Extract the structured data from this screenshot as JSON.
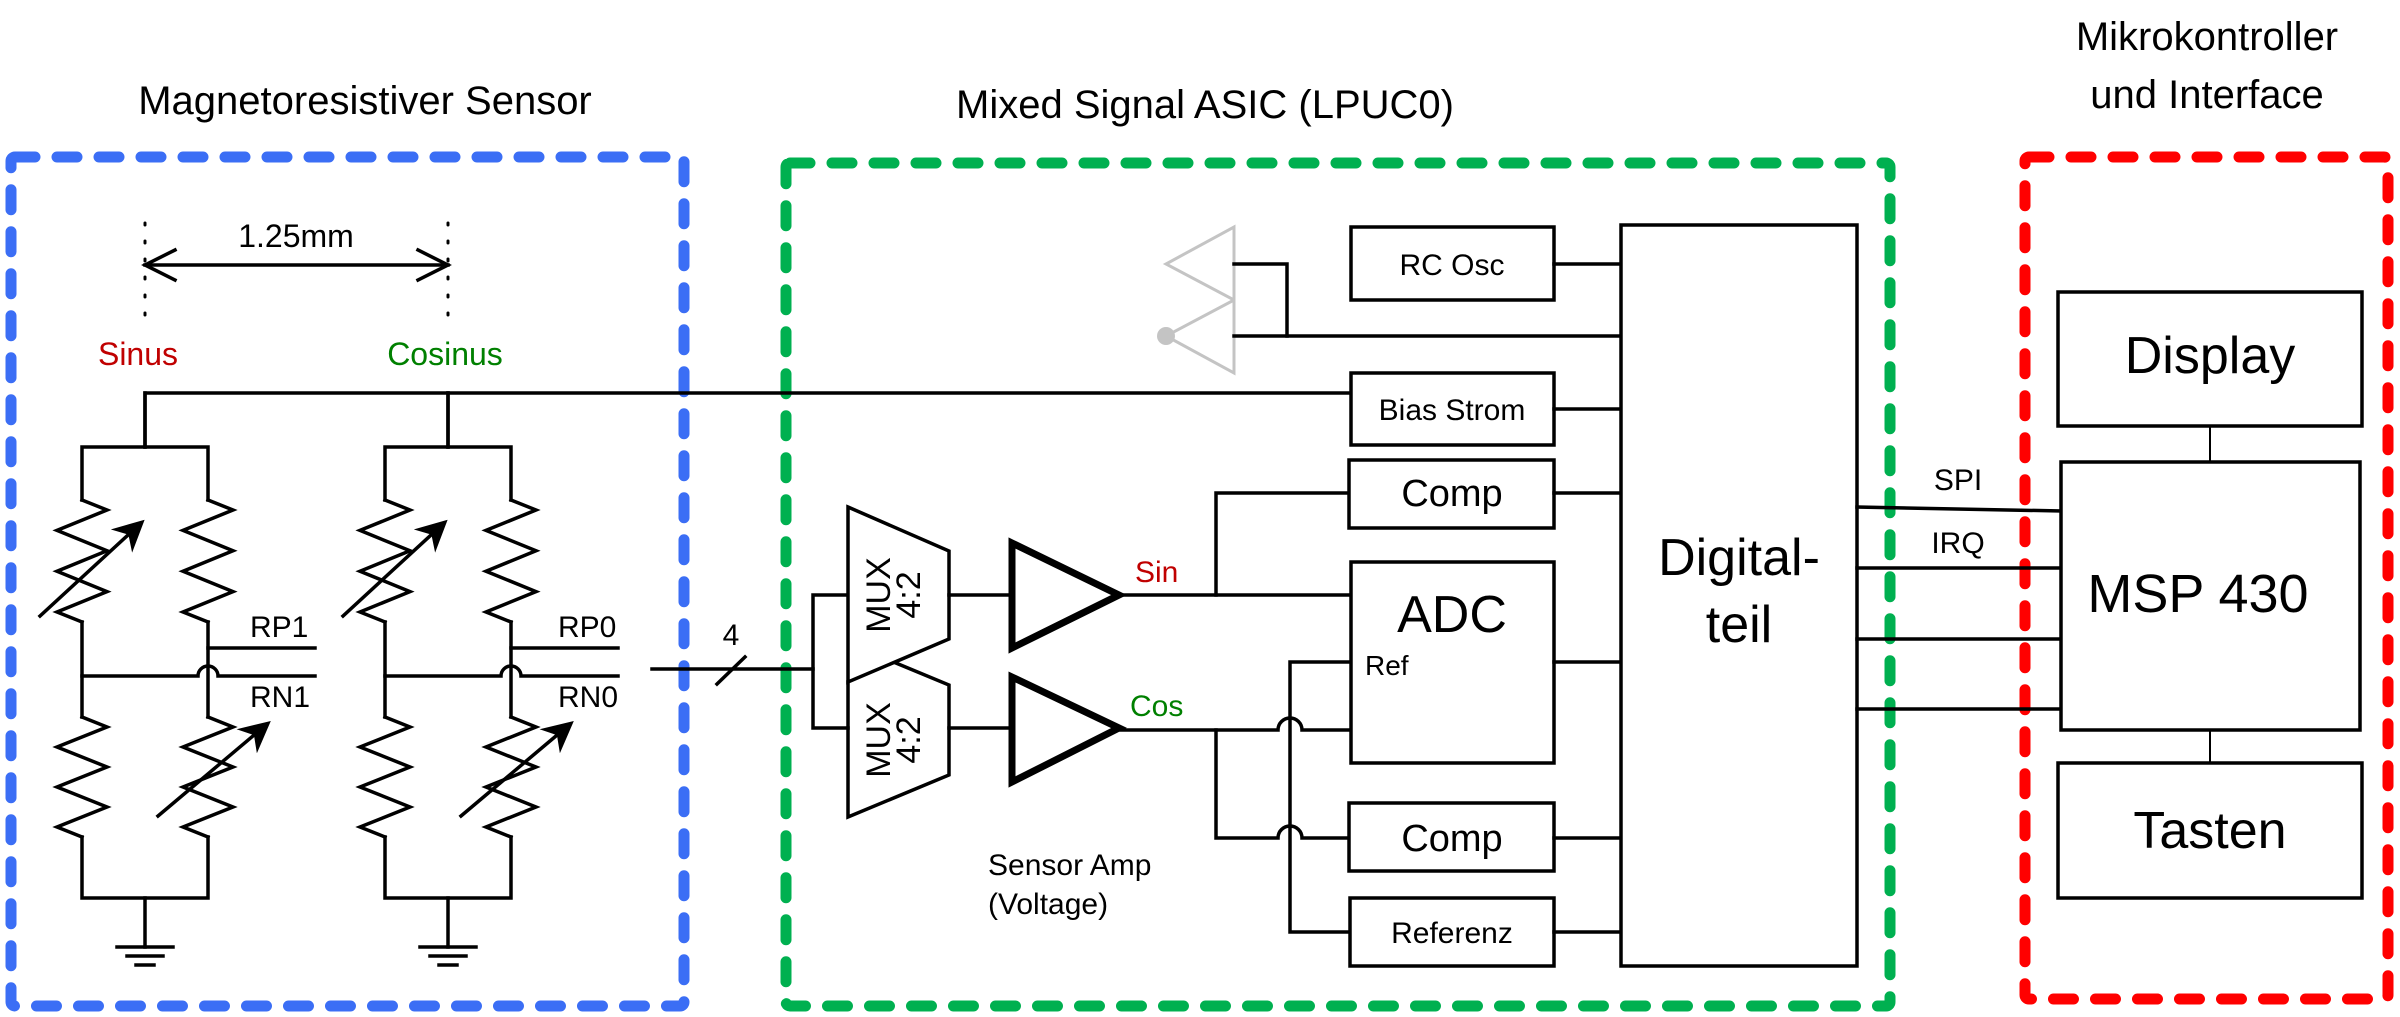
{
  "diagram": {
    "groups": [
      {
        "id": "sensor",
        "title": "Magnetoresistiver Sensor",
        "color": "#3b6ef5"
      },
      {
        "id": "asic",
        "title": "Mixed Signal ASIC (LPUC0)",
        "color": "#00b050"
      },
      {
        "id": "mcu",
        "title_line1": "Mikrokontroller",
        "title_line2": "und Interface",
        "color": "#ff0000"
      }
    ],
    "sensor": {
      "dimension_label": "1.25mm",
      "sinus_label": "Sinus",
      "sinus_color": "#c00000",
      "cosinus_label": "Cosinus",
      "cosinus_color": "#008000",
      "outputs": [
        "RP1",
        "RN1",
        "RP0",
        "RN0"
      ]
    },
    "bus": {
      "width_label": "4"
    },
    "asic": {
      "mux_label_1": "MUX",
      "mux_label_2": "4:2",
      "sin_label": "Sin",
      "sin_color": "#c00000",
      "cos_label": "Cos",
      "cos_color": "#008000",
      "amp_caption_1": "Sensor Amp",
      "amp_caption_2": "(Voltage)",
      "blocks": {
        "rc_osc": "RC Osc",
        "bias": "Bias Strom",
        "comp_top": "Comp",
        "adc": "ADC",
        "adc_ref": "Ref",
        "comp_bottom": "Comp",
        "referenz": "Referenz",
        "digital_1": "Digital-",
        "digital_2": "teil"
      }
    },
    "links": {
      "spi": "SPI",
      "irq": "IRQ"
    },
    "mcu": {
      "display": "Display",
      "msp": "MSP 430",
      "tasten": "Tasten"
    }
  }
}
